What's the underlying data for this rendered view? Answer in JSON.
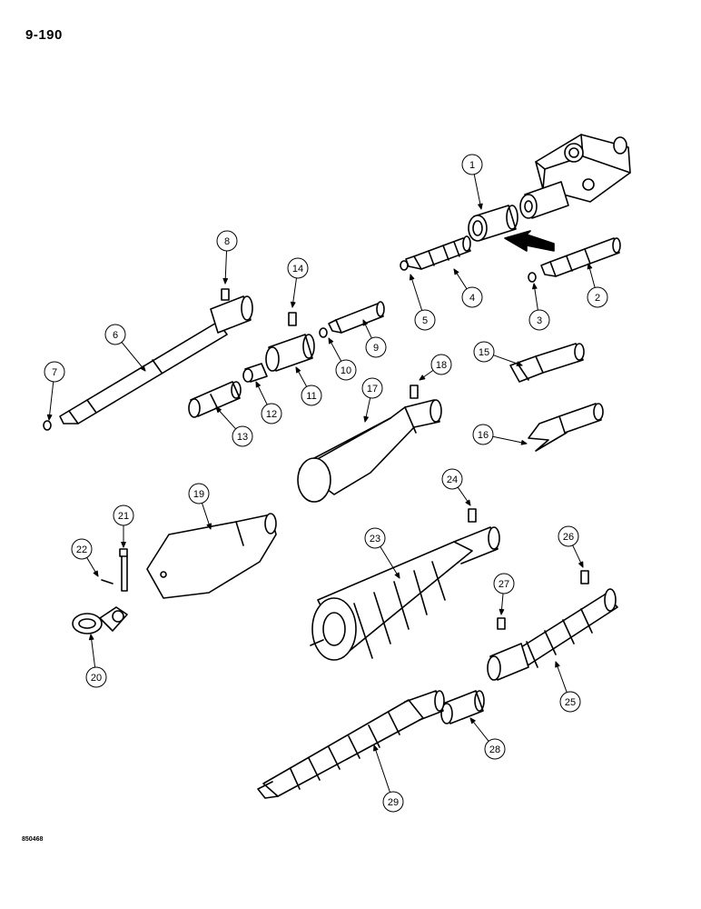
{
  "header": {
    "page_number": "9-190"
  },
  "footer": {
    "figure_code": "850468"
  },
  "callouts": [
    "1",
    "2",
    "3",
    "4",
    "5",
    "6",
    "7",
    "8",
    "9",
    "10",
    "11",
    "12",
    "13",
    "14",
    "15",
    "16",
    "17",
    "18",
    "19",
    "20",
    "21",
    "22",
    "23",
    "24",
    "25",
    "26",
    "27",
    "28",
    "29"
  ]
}
